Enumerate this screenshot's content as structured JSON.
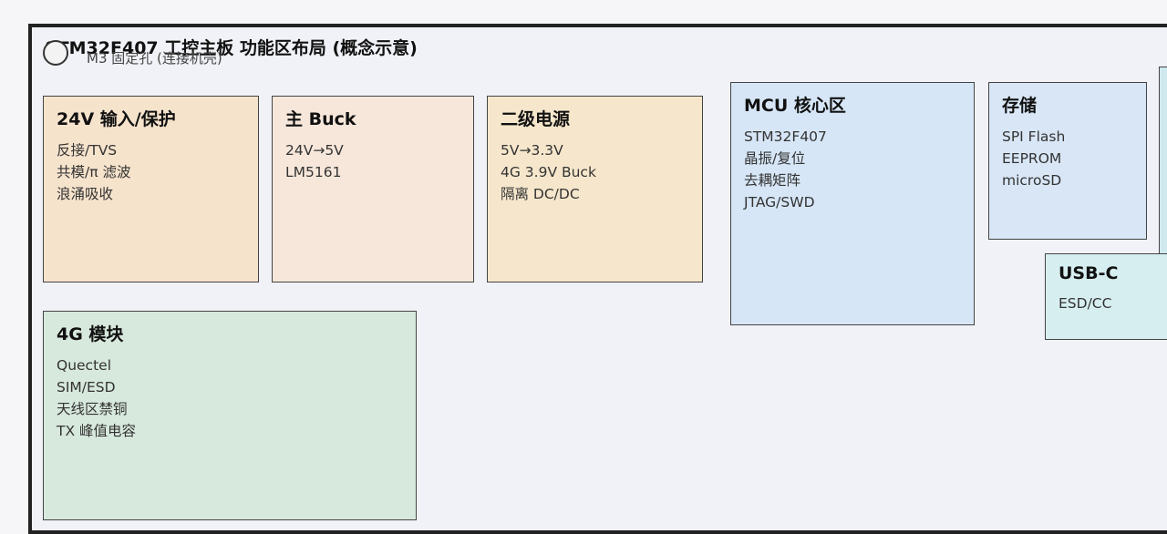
{
  "title": "STM32F407 工控主板 功能区布局 (概念示意)",
  "mounting_hole_label": "M3 固定孔 (连接机壳)",
  "blocks": {
    "power_in": {
      "title": "24V 输入/保护",
      "lines": [
        "反接/TVS",
        "共模/π 滤波",
        "浪涌吸收"
      ],
      "color": "#f6e3cc"
    },
    "buck": {
      "title": "主 Buck",
      "lines": [
        "24V→5V",
        "LM5161"
      ],
      "color": "#f7e7da"
    },
    "secondary": {
      "title": "二级电源",
      "lines": [
        "5V→3.3V",
        "4G 3.9V Buck",
        "隔离 DC/DC"
      ],
      "color": "#f6e7cc"
    },
    "mcu": {
      "title": "MCU 核心区",
      "lines": [
        "STM32F407",
        "晶振/复位",
        "去耦矩阵",
        "JTAG/SWD"
      ],
      "color": "#d6e6f6"
    },
    "storage": {
      "title": "存储",
      "lines": [
        "SPI Flash",
        "EEPROM",
        "microSD"
      ],
      "color": "#d8e6f6"
    },
    "usbc": {
      "title": "USB-C",
      "lines": [
        "ESD/CC"
      ],
      "color": "#d6eef0"
    },
    "module_4g": {
      "title": "4G 模块",
      "lines": [
        "Quectel",
        "SIM/ESD",
        "天线区禁铜",
        "TX 峰值电容"
      ],
      "color": "#d7e8dc"
    }
  }
}
